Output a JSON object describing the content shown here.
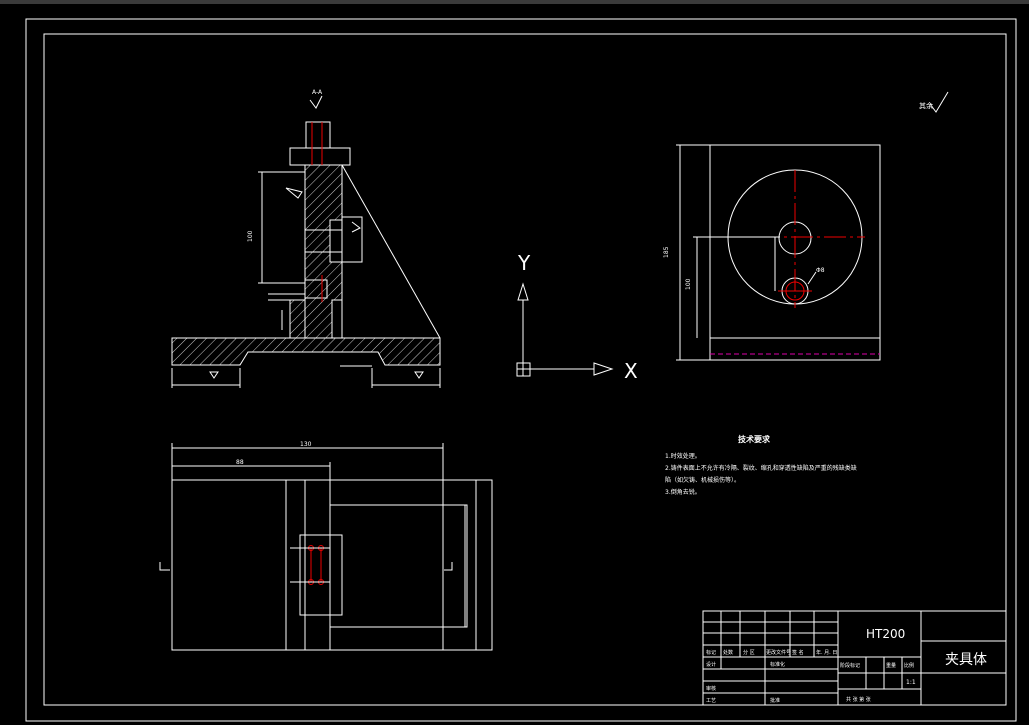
{
  "drawing": {
    "section_label": "A-A",
    "axis_x_label": "X",
    "axis_y_label": "Y",
    "roughness_note": "其余",
    "tech_requirements": {
      "title": "技术要求",
      "lines": [
        "1.时效处理。",
        "2.铸件表面上不允许有冷隔、裂纹、缩孔和穿透性缺陷及严重的残缺类缺",
        "陷（如欠铸、机械损伤等）。",
        "3.倒角去锐。"
      ]
    },
    "dimensions": {
      "top_view_total_width": "130",
      "top_view_partial_width": "88",
      "side_height": "100",
      "right_view_height": "185",
      "right_view_mid": "100",
      "hole_label": "Φ8"
    },
    "title_block": {
      "material": "HT200",
      "part_name": "夹具体",
      "scale": "1:1",
      "row_labels": [
        "标记",
        "处数",
        "分 区",
        "更改文件号",
        "签 名",
        "年. 月. 日"
      ],
      "design": "设计",
      "standardize": "标准化",
      "review": "审核",
      "process": "工艺",
      "approve": "批准",
      "stage_mark": "阶段标记",
      "weight": "重量",
      "ratio": "比例",
      "sheets": "共  张 第  张"
    }
  }
}
